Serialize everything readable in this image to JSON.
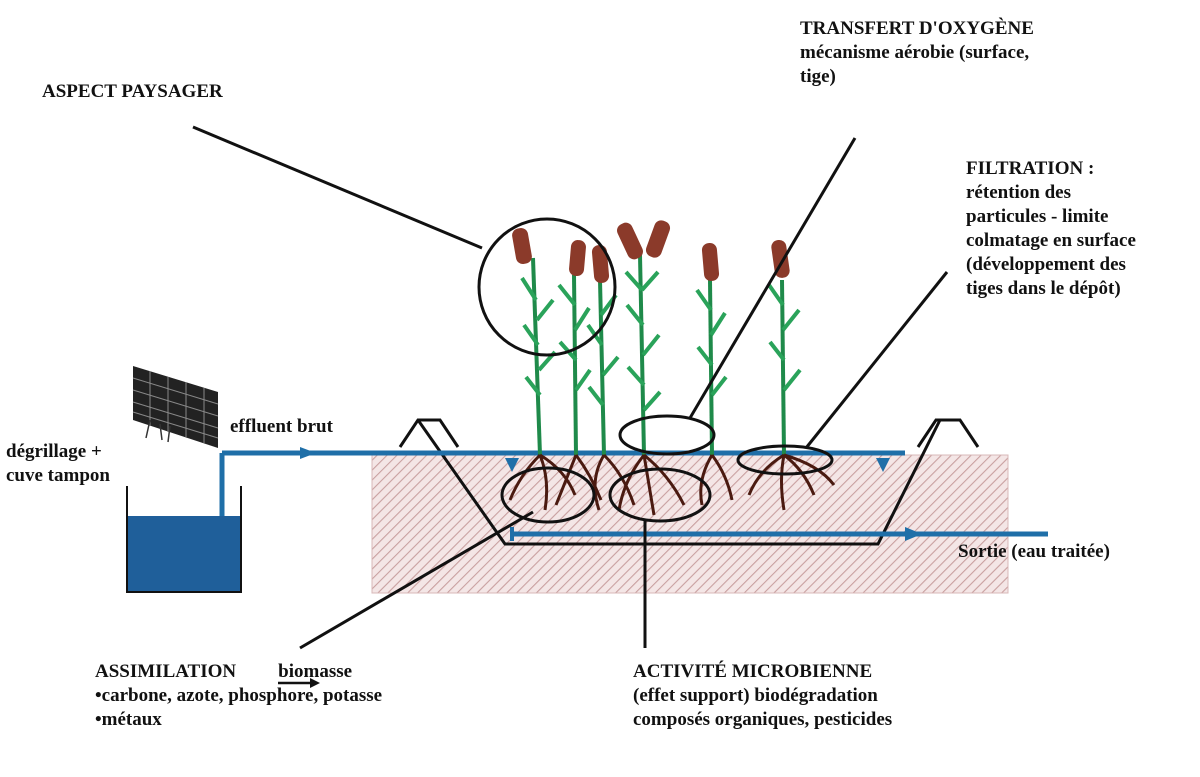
{
  "labels": {
    "aspect_paysager": "ASPECT PAYSAGER",
    "transfert": {
      "title": "TRANSFERT D'OXYGÈNE",
      "line1": "mécanisme aérobie (surface,",
      "line2": "tige)"
    },
    "filtration": {
      "title": "FILTRATION :",
      "line1": "rétention des",
      "line2": "particules - limite",
      "line3": "colmatage en surface",
      "line4": "(développement des",
      "line5": "tiges dans le dépôt)"
    },
    "degrillage": {
      "line1": "dégrillage +",
      "line2": "cuve tampon"
    },
    "effluent_brut": "effluent brut",
    "sortie": "Sortie (eau traitée)",
    "assimilation": {
      "title": "ASSIMILATION",
      "target": "biomasse",
      "bullet1": "•carbone, azote, phosphore, potasse",
      "bullet2": "•métaux"
    },
    "activite": {
      "title": "ACTIVITÉ MICROBIENNE",
      "line1": "(effet support) biodégradation",
      "line2": "composés organiques, pesticides"
    }
  },
  "colors": {
    "water": "#1f6fa8",
    "tank": "#1f5f9a",
    "soil_hatch": "#c9a0a0",
    "stem": "#1f8a4a",
    "leaf": "#2aa35a",
    "cattail": "#8b3a2a",
    "root": "#4a1a10",
    "line": "#111111"
  }
}
